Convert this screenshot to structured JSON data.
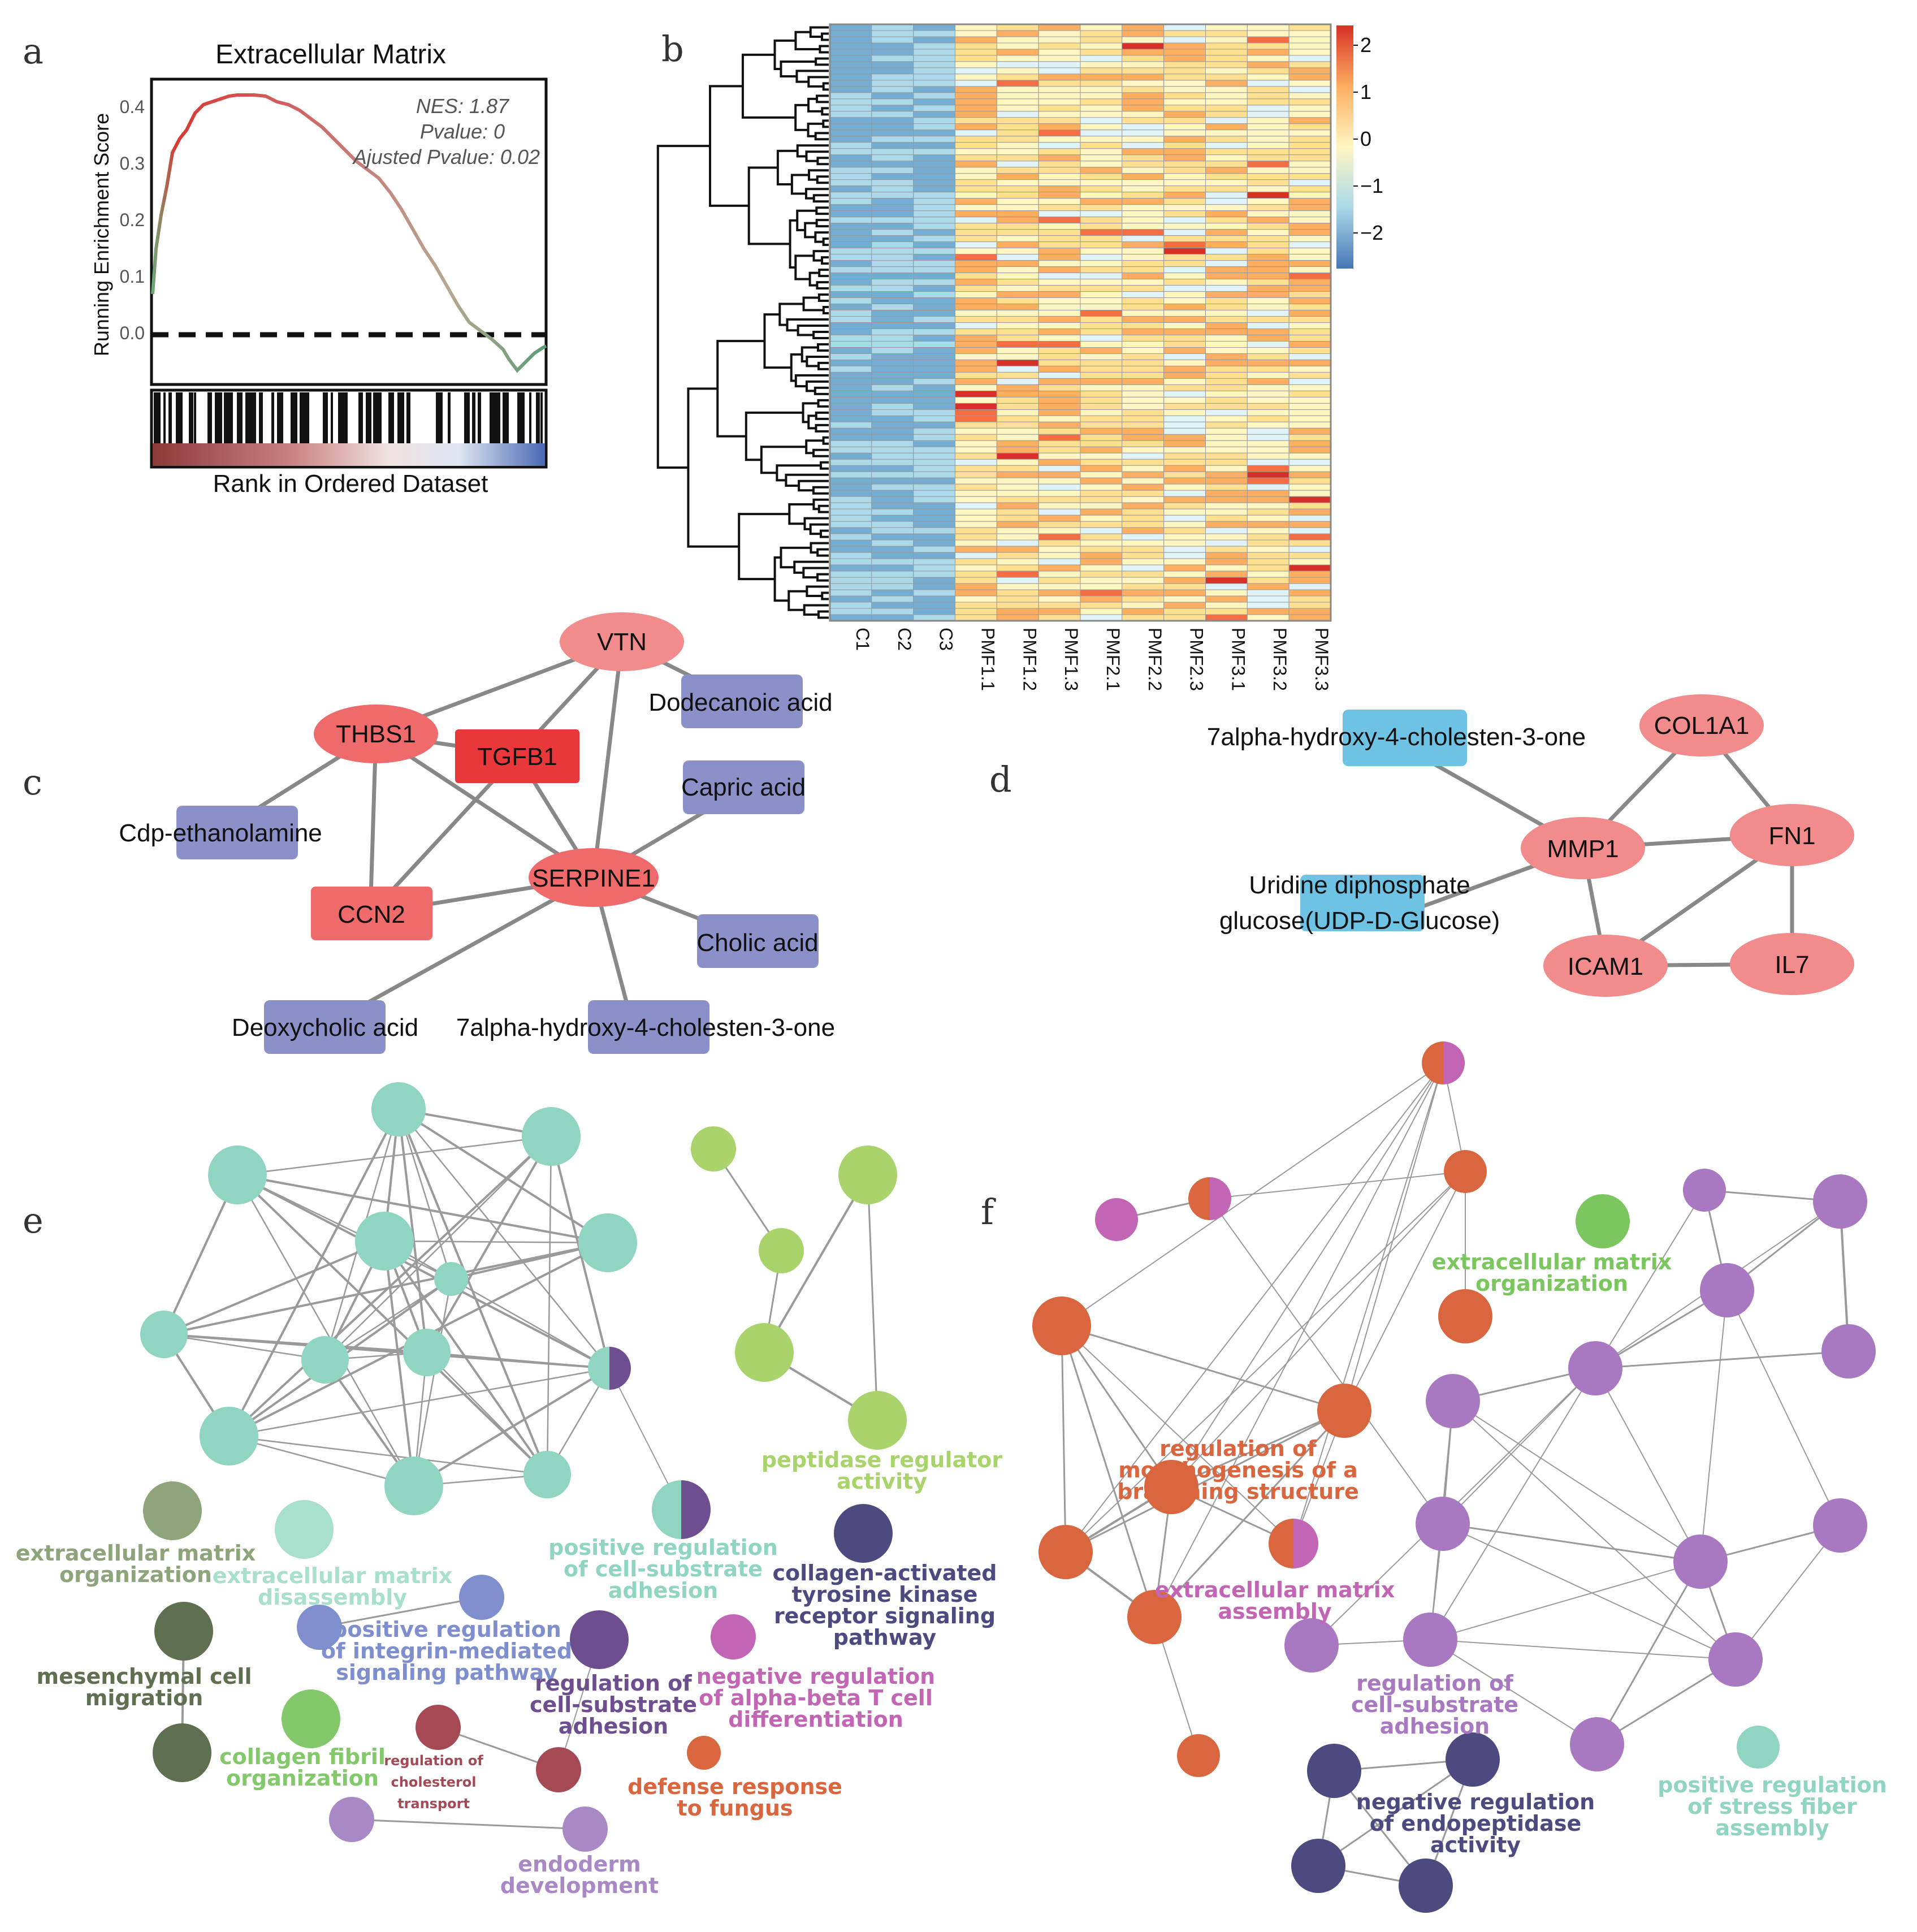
{
  "panel_letters": {
    "a": "a",
    "b": "b",
    "c": "c",
    "d": "d",
    "e": "e",
    "f": "f"
  },
  "panel_a": {
    "title": "Extracellular Matrix",
    "ylabel": "Running Enrichment Score",
    "xlabel": "Rank in Ordered Dataset",
    "stats": [
      "NES: 1.87",
      "Pvalue: 0",
      "Ajusted Pvalue: 0.02"
    ]
  },
  "panel_b": {
    "columns": [
      "C1",
      "C2",
      "C3",
      "PMF1.1",
      "PMF1.2",
      "PMF1.3",
      "PMF2.1",
      "PMF2.2",
      "PMF2.3",
      "PMF3.1",
      "PMF3.2",
      "PMF3.3"
    ],
    "legend_ticks": [
      "2",
      "1",
      "0",
      "−1",
      "−2"
    ],
    "rows": 96
  },
  "panel_c": {
    "nodes": {
      "vtn": "VTN",
      "thbs1": "THBS1",
      "tgfb1": "TGFB1",
      "serpine1": "SERPINE1",
      "ccn2": "CCN2",
      "dodecanoic": "Dodecanoic acid",
      "capric": "Capric acid",
      "cdp": "Cdp-ethanolamine",
      "cholic": "Cholic acid",
      "deoxycholic": "Deoxycholic acid",
      "cholesten": "7alpha-hydroxy-4-cholesten-3-one"
    },
    "colors": {
      "gene": "#f28b8b",
      "gene_strong": "#e8383a",
      "gene_mid": "#ef6a6a",
      "metabolite": "#8c90c9"
    }
  },
  "panel_d": {
    "nodes": {
      "cholesten": "7alpha-hydroxy-4-cholesten-3-one",
      "col1a1": "COL1A1",
      "mmp1": "MMP1",
      "fn1": "FN1",
      "udp_line1": "Uridine diphosphate",
      "udp_line2": "glucose(UDP-D-Glucose)",
      "icam1": "ICAM1",
      "il7": "IL7"
    },
    "colors": {
      "gene": "#f28b8b",
      "metabolite": "#6ec3e4"
    }
  },
  "panel_e": {
    "labels": {
      "peptidase": [
        "peptidase regulator",
        "activity"
      ],
      "ecm_org": [
        "extracellular matrix",
        "organization"
      ],
      "ecm_dis": [
        "extracellular matrix",
        "disassembly"
      ],
      "pos_cell_sub": [
        "positive regulation",
        "of cell-substrate",
        "adhesion"
      ],
      "collagen_act": [
        "collagen-activated",
        "tyrosine kinase",
        "receptor signaling",
        "pathway"
      ],
      "pos_integrin": [
        "positive regulation",
        "of integrin-mediated",
        "signaling pathway"
      ],
      "mesenchymal": [
        "mesenchymal cell",
        "migration"
      ],
      "reg_cell_sub": [
        "regulation of",
        "cell-substrate",
        "adhesion"
      ],
      "neg_alpha_beta": [
        "negative regulation",
        "of alpha-beta T cell",
        "differentiation"
      ],
      "collagen_fibril": [
        "collagen fibril",
        "organization"
      ],
      "cholesterol": [
        "regulation of",
        "cholesterol",
        "transport"
      ],
      "defense": [
        "defense response",
        "to fungus"
      ],
      "endoderm": [
        "endoderm",
        "development"
      ]
    },
    "colors": {
      "teal": "#8fd5c2",
      "lime": "#a9d46b",
      "olive": "#8ea47a",
      "teal_light": "#a8dfcd",
      "periwinkle": "#7f8fcd",
      "dark_olive": "#5f7050",
      "navy": "#4d4a80",
      "violet": "#6d4f8f",
      "magenta": "#c165b4",
      "green": "#83c96b",
      "maroon": "#a54a55",
      "orange": "#d9663e",
      "lavender": "#a988c6"
    }
  },
  "panel_f": {
    "labels": {
      "ecm_org": [
        "extracellular matrix",
        "organization"
      ],
      "morpho": [
        "regulation of",
        "morphogenesis of a",
        "branching structure"
      ],
      "ecm_asm": [
        "extracellular matrix",
        "assembly"
      ],
      "reg_cell_sub": [
        "regulation of",
        "cell-substrate",
        "adhesion"
      ],
      "neg_endo": [
        "negative regulation",
        "of endopeptidase",
        "activity"
      ],
      "stress": [
        "positive regulation",
        "of stress fiber",
        "assembly"
      ]
    },
    "colors": {
      "orange": "#d9663e",
      "magenta": "#c165b4",
      "purple": "#a879c0",
      "green": "#7cc660",
      "navy": "#4d4a80",
      "teal": "#8fd5c2"
    }
  }
}
